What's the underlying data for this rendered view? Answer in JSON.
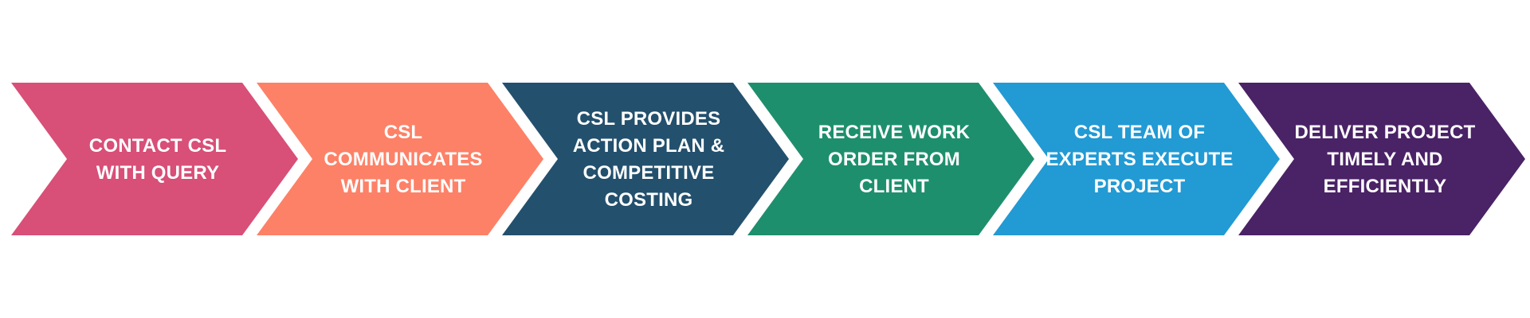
{
  "flow": {
    "steps": [
      {
        "lines": [
          "CONTACT CSL",
          "WITH QUERY"
        ],
        "color": "#d84f78"
      },
      {
        "lines": [
          "CSL",
          "COMMUNICATES",
          "WITH CLIENT"
        ],
        "color": "#fd8167"
      },
      {
        "lines": [
          "CSL PROVIDES",
          "ACTION PLAN &",
          "COMPETITIVE",
          "COSTING"
        ],
        "color": "#23506d"
      },
      {
        "lines": [
          "RECEIVE WORK",
          "ORDER FROM",
          "CLIENT"
        ],
        "color": "#1e8f6d"
      },
      {
        "lines": [
          "CSL TEAM OF",
          "EXPERTS EXECUTE",
          "PROJECT"
        ],
        "color": "#229ad4"
      },
      {
        "lines": [
          "DELIVER PROJECT",
          "TIMELY AND",
          "EFFICIENTLY"
        ],
        "color": "#4a2266"
      }
    ]
  }
}
